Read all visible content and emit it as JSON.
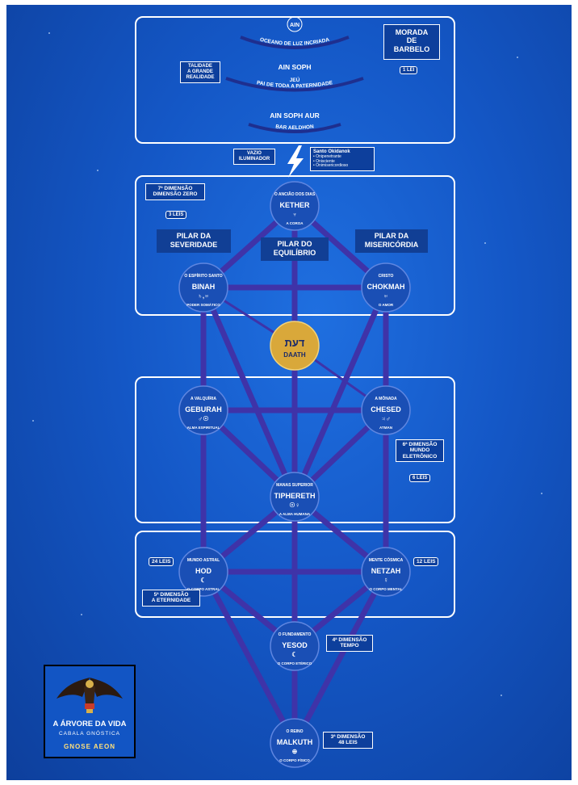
{
  "top": {
    "ain": "AIN",
    "ain_sub": "OCEANO DE LUZ INCRIADA",
    "ain_soph": "AIN SOPH",
    "jeu": "JEÚ",
    "ain_soph_sub": "PAI DE TODA A PATERNIDADE",
    "ain_soph_aur": "AIN SOPH AUR",
    "bar_aeldhon": "BAR AELDHON",
    "morada": [
      "MORADA",
      "DE",
      "BARBELO"
    ],
    "morada_leis": "1 LEI",
    "talidade": [
      "TALIDADE",
      "A GRANDE",
      "REALIDADE"
    ]
  },
  "middle": {
    "vazio": [
      "VAZIO",
      "ILUMINADOR"
    ],
    "santo_title": "Santo Okidanok",
    "santo_items": [
      "Onipenetrante",
      "Onisciente",
      "Onimisericordioso"
    ]
  },
  "supernal": {
    "dim": [
      "7ª DIMENSÃO",
      "DIMENSÃO ZERO"
    ],
    "leis": "3 LEIS",
    "pilar_sev": [
      "PILAR DA",
      "SEVERIDADE"
    ],
    "pilar_eq": [
      "PILAR DO",
      "EQUILÍBRIO"
    ],
    "pilar_mis": [
      "PILAR DA",
      "MISERICÓRDIA"
    ]
  },
  "ethical": {
    "dim": [
      "6ª DIMENSÃO",
      "MUNDO",
      "ELETRÔNICO"
    ],
    "leis": "6 LEIS"
  },
  "astral": {
    "hod_leis": "24 LEIS",
    "netzah_leis": "12 LEIS",
    "dim": [
      "5ª DIMENSÃO",
      "A ETERNIDADE"
    ]
  },
  "lower": {
    "yesod_dim": [
      "4ª DIMENSÃO",
      "TEMPO"
    ],
    "malkuth_dim": [
      "3ª DIMENSÃO",
      "48 LEIS"
    ]
  },
  "sephiroth": {
    "kether": {
      "name": "KETHER",
      "top": "O ANCIÃO DOS DIAS",
      "sym": "♆",
      "bottom": "A COROA"
    },
    "binah": {
      "name": "BINAH",
      "top": "O ESPÍRITO SANTO",
      "sym": "♄,♅",
      "bottom": "PODER SOMÁTICO"
    },
    "chokmah": {
      "name": "CHOKMAH",
      "top": "CRISTO",
      "sym": "♅",
      "bottom": "O AMOR"
    },
    "daath": {
      "name": "DAATH",
      "hebrew": "דעת"
    },
    "geburah": {
      "name": "GEBURAH",
      "top": "A VALQUÍRIA",
      "sym": "♂☉",
      "bottom": "ALMA ESPIRITUAL"
    },
    "chesed": {
      "name": "CHESED",
      "top": "A MÔNADA",
      "sym": "♃♂",
      "bottom": "ATMAN"
    },
    "tiphereth": {
      "name": "TIPHERETH",
      "top": "MANAS SUPERIOR",
      "sym": "☉♀",
      "bottom": "A ALMA HUMANA"
    },
    "hod": {
      "name": "HOD",
      "top": "MUNDO ASTRAL",
      "sym": "☾",
      "bottom": "O CORPO ASTRAL"
    },
    "netzah": {
      "name": "NETZAH",
      "top": "MENTE CÓSMICA",
      "sym": "☿",
      "bottom": "O CORPO MENTAL"
    },
    "yesod": {
      "name": "YESOD",
      "top": "O FUNDAMENTO",
      "sym": "☾",
      "bottom": "O CORPO ETÉRICO"
    },
    "malkuth": {
      "name": "MALKUTH",
      "top": "O REINO",
      "sym": "⊕",
      "bottom": "O CORPO FÍSICO"
    }
  },
  "logo": {
    "title": "A ÁRVORE DA VIDA",
    "subtitle": "CABALA GNÓSTICA",
    "brand": "GNOSE AEON"
  },
  "colors": {
    "background": "#1457c6",
    "path": "#3f33a8",
    "node": "#1a4fb5",
    "daath": "#d9a83a",
    "frame": "#ffffff"
  }
}
